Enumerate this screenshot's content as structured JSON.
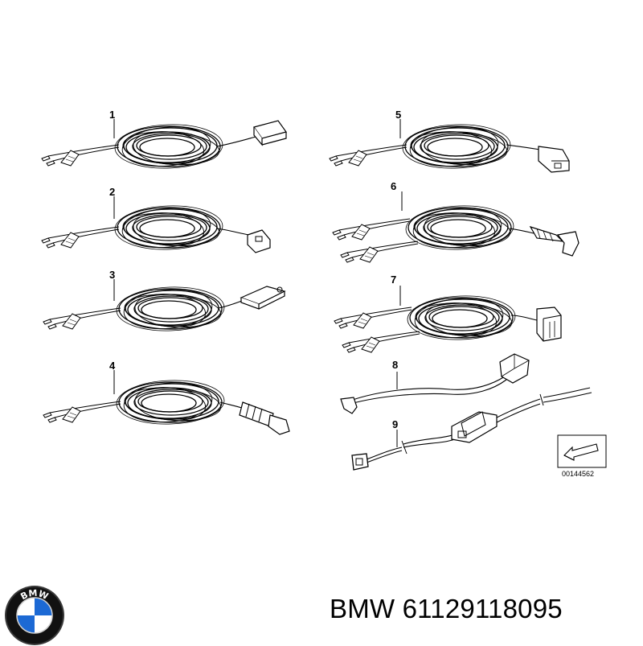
{
  "diagram": {
    "items": [
      {
        "number": "1"
      },
      {
        "number": "2"
      },
      {
        "number": "3"
      },
      {
        "number": "4"
      },
      {
        "number": "5"
      },
      {
        "number": "6"
      },
      {
        "number": "7"
      },
      {
        "number": "8"
      },
      {
        "number": "9"
      }
    ],
    "reference_code": "00144562"
  },
  "logo": {
    "text": "BMW",
    "icon": "bmw-roundel-icon",
    "colors": {
      "blue": "#1c69d4",
      "black": "#111111",
      "white": "#ffffff"
    }
  },
  "caption": {
    "brand": "BMW",
    "part_number": "61129118095"
  }
}
